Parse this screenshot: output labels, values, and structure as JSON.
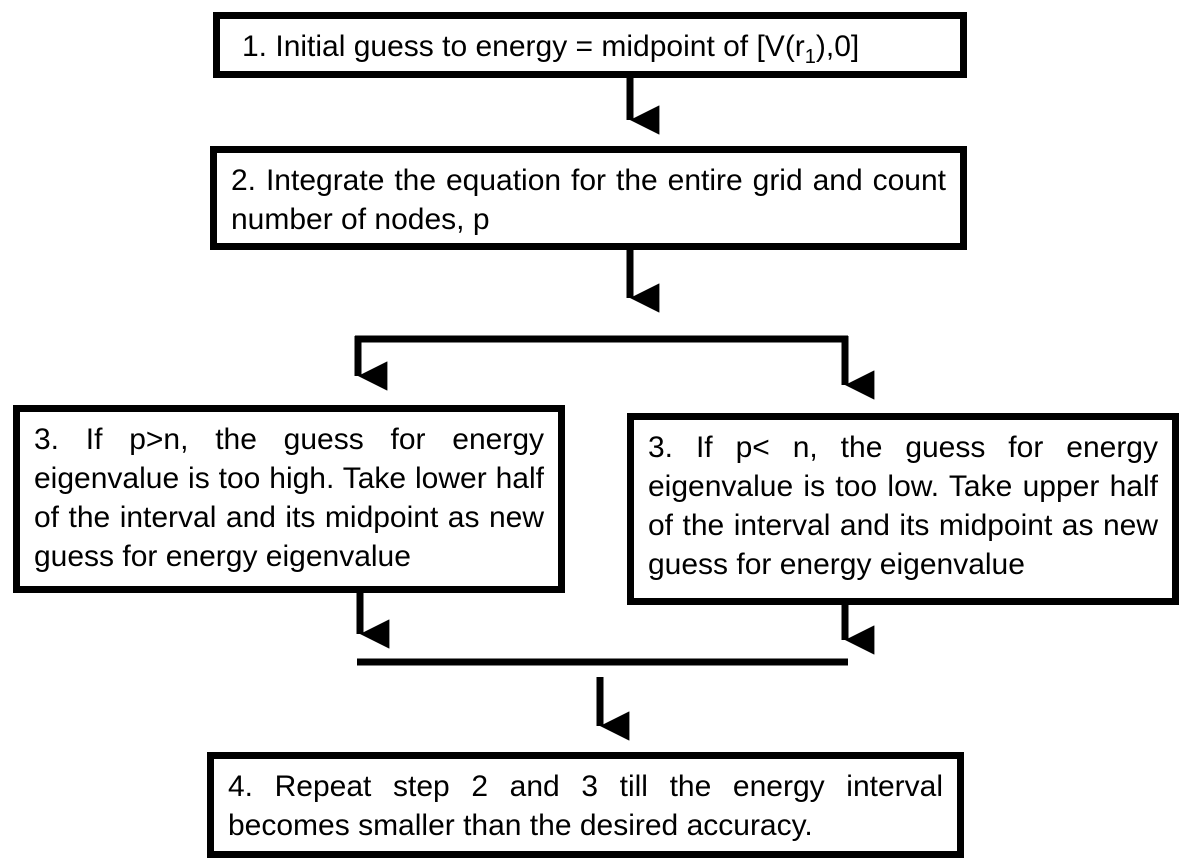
{
  "steps": {
    "step1": {
      "prefix": "1. Initial guess to energy = midpoint of [V(r",
      "subscript": "1",
      "suffix": "),0]"
    },
    "step2": "2. Integrate the equation for the entire grid and count number of nodes, p",
    "step3_high": "3. If p>n,  the guess for energy eigenvalue is too high. Take lower half of the interval and its midpoint as new guess for energy eigenvalue",
    "step3_low": "3. If p< n,  the guess for energy eigenvalue is too low. Take upper half of the interval and its midpoint as new guess for energy eigenvalue",
    "step4": "4. Repeat step 2 and 3 till the energy interval becomes smaller than the desired accuracy."
  },
  "colors": {
    "line": "#000000",
    "box_fill": "#ffffff"
  }
}
